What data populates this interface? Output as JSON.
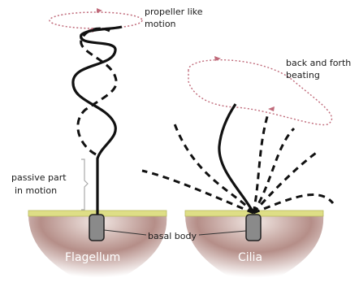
{
  "labels": {
    "propeller_line1": "propeller like",
    "propeller_line2": "motion",
    "beating_line1": "back and forth",
    "beating_line2": "beating",
    "passive_line1": "passive part",
    "passive_line2": "in motion",
    "basal_body": "basal body",
    "flagellum": "Flagellum",
    "cilia": "Cilia"
  },
  "colors": {
    "membrane": "#dede86",
    "cell_body": "#a8807a",
    "basal_body": "#8a8a8a",
    "motion_path": "#c06a7a",
    "outline": "#111111"
  }
}
